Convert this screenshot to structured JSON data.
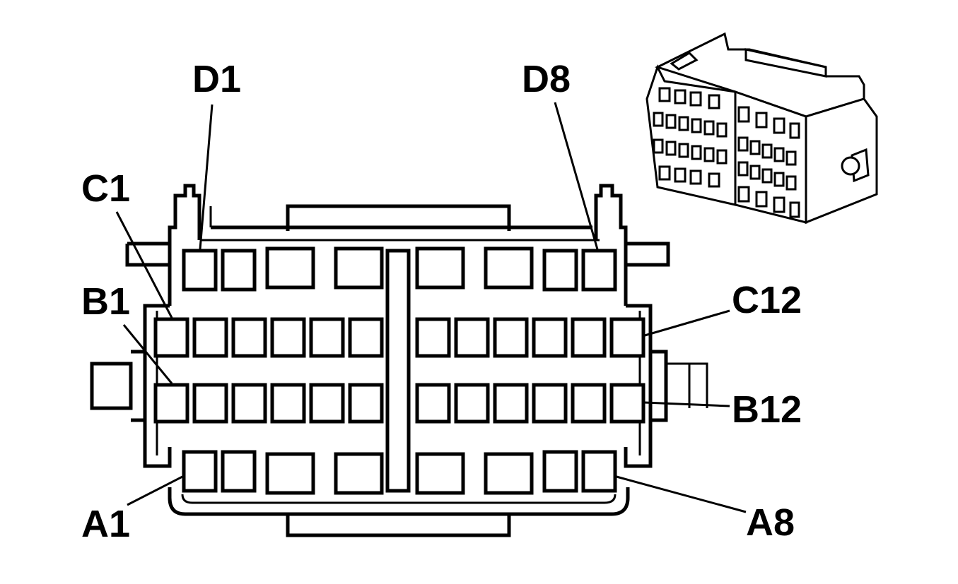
{
  "labels": {
    "d1": "D1",
    "d8": "D8",
    "c1": "C1",
    "c12": "C12",
    "b1": "B1",
    "b12": "B12",
    "a1": "A1",
    "a8": "A8"
  }
}
